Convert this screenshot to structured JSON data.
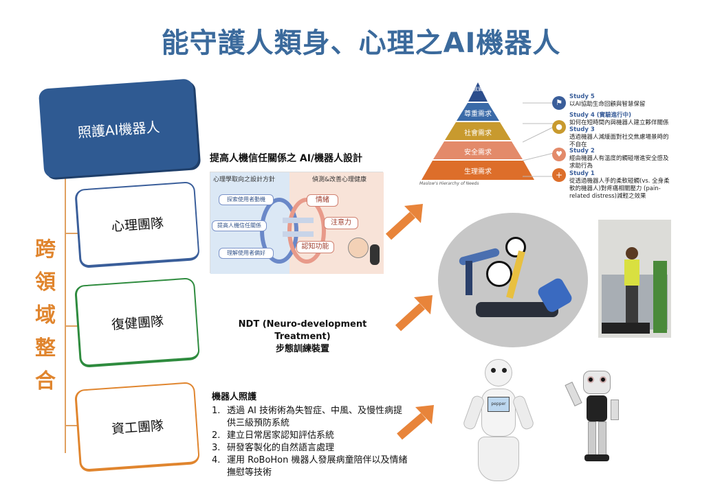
{
  "title": "能守護人類身、心理之AI機器人",
  "vertical_label": [
    "跨",
    "領",
    "域",
    "整",
    "合"
  ],
  "main_box": {
    "label": "照護AI機器人"
  },
  "teams": [
    {
      "label": "心理團隊",
      "color": "#3a5e9a"
    },
    {
      "label": "復健團隊",
      "color": "#2e8b3e"
    },
    {
      "label": "資工團隊",
      "color": "#e0852e"
    }
  ],
  "psych_section": {
    "heading": "提高人機信任關係之 AI/機器人設計",
    "left_header": "心理學取向之設計方針",
    "right_header": "偵測&改善心理健康",
    "left_items": [
      "探索使用者動機",
      "提高人機信任關係",
      "理解使用者偏好"
    ],
    "right_items": [
      "情緒",
      "注意力",
      "認知功能"
    ]
  },
  "pyramid": {
    "levels": [
      "自我實現",
      "尊重需求",
      "社會需求",
      "安全需求",
      "生理需求"
    ],
    "caption": "Maslow's Hierarchy of Needs",
    "studies": [
      {
        "title": "Study 5",
        "text": "以AI協助生命回顧與智慧保留"
      },
      {
        "title": "Study 4 (實驗進行中)",
        "text": "如何在短時間內與機器人建立夥伴關係"
      },
      {
        "title": "Study 3",
        "text": "透過機器人減緩面對社交焦慮場景時的不自在"
      },
      {
        "title": "Study 2",
        "text": "經由機器人有溫度的觸碰增進安全感及求助行為"
      },
      {
        "title": "Study 1",
        "text": "從透過機器人手的柔軟碰觸(vs. 全身柔軟的機器人)對疼痛相關壓力 (pain-related distress)減輕之效果"
      }
    ]
  },
  "ndt": {
    "line1": "NDT (Neuro-development Treatment)",
    "line2": "步態訓練裝置"
  },
  "robot_care": {
    "heading": "機器人照護",
    "items": [
      "透過 AI 技術術為失智症、中風、及慢性病提供三級預防系統",
      "建立日常居家認知評估系統",
      "研發客製化的自然語言處理",
      "運用 RoBoHon 機器人發展病童陪伴以及情緒撫慰等技術"
    ]
  },
  "pepper_screen": "pepper",
  "colors": {
    "blue": "#3a5e9a",
    "green": "#2e8b3e",
    "orange": "#e0852e",
    "title": "#3b6a9c"
  }
}
